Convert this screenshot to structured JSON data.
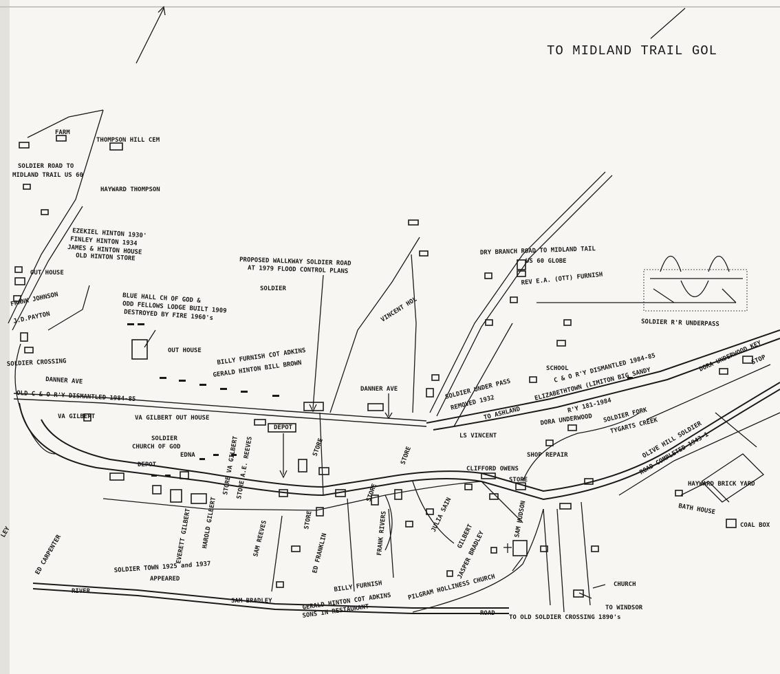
{
  "title": "TO MIDLAND TRAIL GOL",
  "labels": {
    "farm": "FARM",
    "thompson_hill_cem": "THOMPSON HILL    CEM",
    "soldier_road_to_midland": "SOLDIER ROAD TO",
    "midland_trail_us60": "MIDLAND TRAIL US 60",
    "hayward_thompson": "HAYWARD THOMPSON",
    "ezekiel_hinton": "EZEKIEL HINTON 1930'",
    "finley_hinton": "FINLEY HINTON 1934",
    "james_hinton": "JAMES & HINTON HOUSE",
    "old_hinton_store": "OLD HINTON STORE",
    "out_house_1": "OUT HOUSE",
    "frank_johnson": "FRANK JOHNSON",
    "jd_payton": "J.D.PAYTON",
    "proposed_walkway": "PROPOSED WALLKWAY SOLDIER ROAD",
    "flood_control": "AT 1979 FLOOD CONTROL PLANS",
    "soldier": "SOLDIER",
    "blue_hall": "BLUE HALL CH OF GOD &",
    "odd_fellows": "ODD FELLOWS LODGE BUILT 1909",
    "destroyed_fire": "DESTROYED BY FIRE 1960's",
    "out_house_2": "OUT HOUSE",
    "billy_furnish_top": "BILLY FURNISH COT ADKINS",
    "gerald_hinton_top": "GERALD HINTON BILL BROWN",
    "vincent_hol": "VINCENT HOL",
    "dry_branch": "DRY BRANCH ROAD TO MIDLAND TAIL",
    "us60_globe": "US 60  GLOBE",
    "rev_furnish": "REV E.A. (OTT) FURNISH",
    "soldier_rr_underpass": "SOLDIER R'R UNDERPASS",
    "soldier_crossing": "SOLDIER CROSSING",
    "danner_ave_left": "DANNER AVE",
    "co_rr_dismantled_left": "OLD C & O R'Y DISMANTLED 1984-85",
    "danner_ave": "DANNER AVE",
    "school": "SCHOOL",
    "co_rr_dismantled_right": "C & O R'Y DISMANTLED 1984-85",
    "elizabethtown": "ELIZABETHTOWN (LIMITON BIG SANDY",
    "rr_dates": "R'Y 181-1984",
    "dora_underwood_right": "DORA UNDERWOOD KEY",
    "stop": "STOP",
    "soldier_underpass": "SOLDIER UNDER PASS",
    "removed_1932": "REMOVED 1932",
    "to_ashland": "TO ASHLAND",
    "dora_underwood": "DORA UNDERWOOD",
    "va_gilbert_1": "VA GILBERT",
    "va_gilbert_2": "VA GILBERT  OUT HOUSE",
    "depot": "DEPOT",
    "ls_vincent": "LS VINCENT",
    "soldier_church": "SOLDIER",
    "church_of_god": "CHURCH OF GOD",
    "shop_repair": "SHOP REPAIR",
    "soldier_fork": "SOLDIER FORK",
    "tygarts_creek": "TYGARTS CREEK",
    "olive_hill_road": "OLIVE HILL SOLDIER",
    "road_completed": "ROAD COMPLETED 1943-1",
    "clifford_owens": "CLIFFORD OWENS",
    "store_1": "STORE",
    "hayward_brick_yard": "HAYWARD BRICK YARD",
    "bath_house": "BATH HOUSE",
    "coal_box": "COAL BOX",
    "depot_short": "DEPOT",
    "old_edna": "EDNA",
    "ed_carpenter": "ED CARPENTER",
    "store_va": "STORE VA GILBERT",
    "store_ae_reeves": "STORE A.E. REEVES",
    "sam_reeves": "SAM REEVES",
    "harold_gilbert": "HAROLD GILBERT",
    "everett_gilbert": "EVERETT GILBERT",
    "store_2": "STORE",
    "ed_franklin": "ED FRANKLIN",
    "frank_rivers": "FRANK RIVERS",
    "julia_sain": "JULIA SAIN",
    "bill_gilbert": "GILBERT",
    "jasper_bradley": "JASPER BRADLEY",
    "sam_hudson": "SAM HUDSON",
    "church_right": "CHURCH",
    "soldier_town": "SOLDIER TOWN 1925 and 1937",
    "appeared": "APPEARED",
    "billy_furnish": "BILLY FURNISH",
    "gerald_hinton": "GERALD HINTON COT ADKINS",
    "sons_restaurant": "SONS IN RESTAURANT",
    "pilgrim_church": "PILGRAM HOLLINESS CHURCH",
    "sam_bradley": "SAM BRADLEY",
    "river": "RIVER",
    "road_bottom": "ROAD",
    "old_soldier_crossing": "TO OLD SOLDIER CROSSING 1890's",
    "to_windsor": "TO WINDSOR",
    "ley": "LEY",
    "store_mid": "STORE",
    "store_right_mid": "STORE",
    "vincent_store": "STORE"
  }
}
